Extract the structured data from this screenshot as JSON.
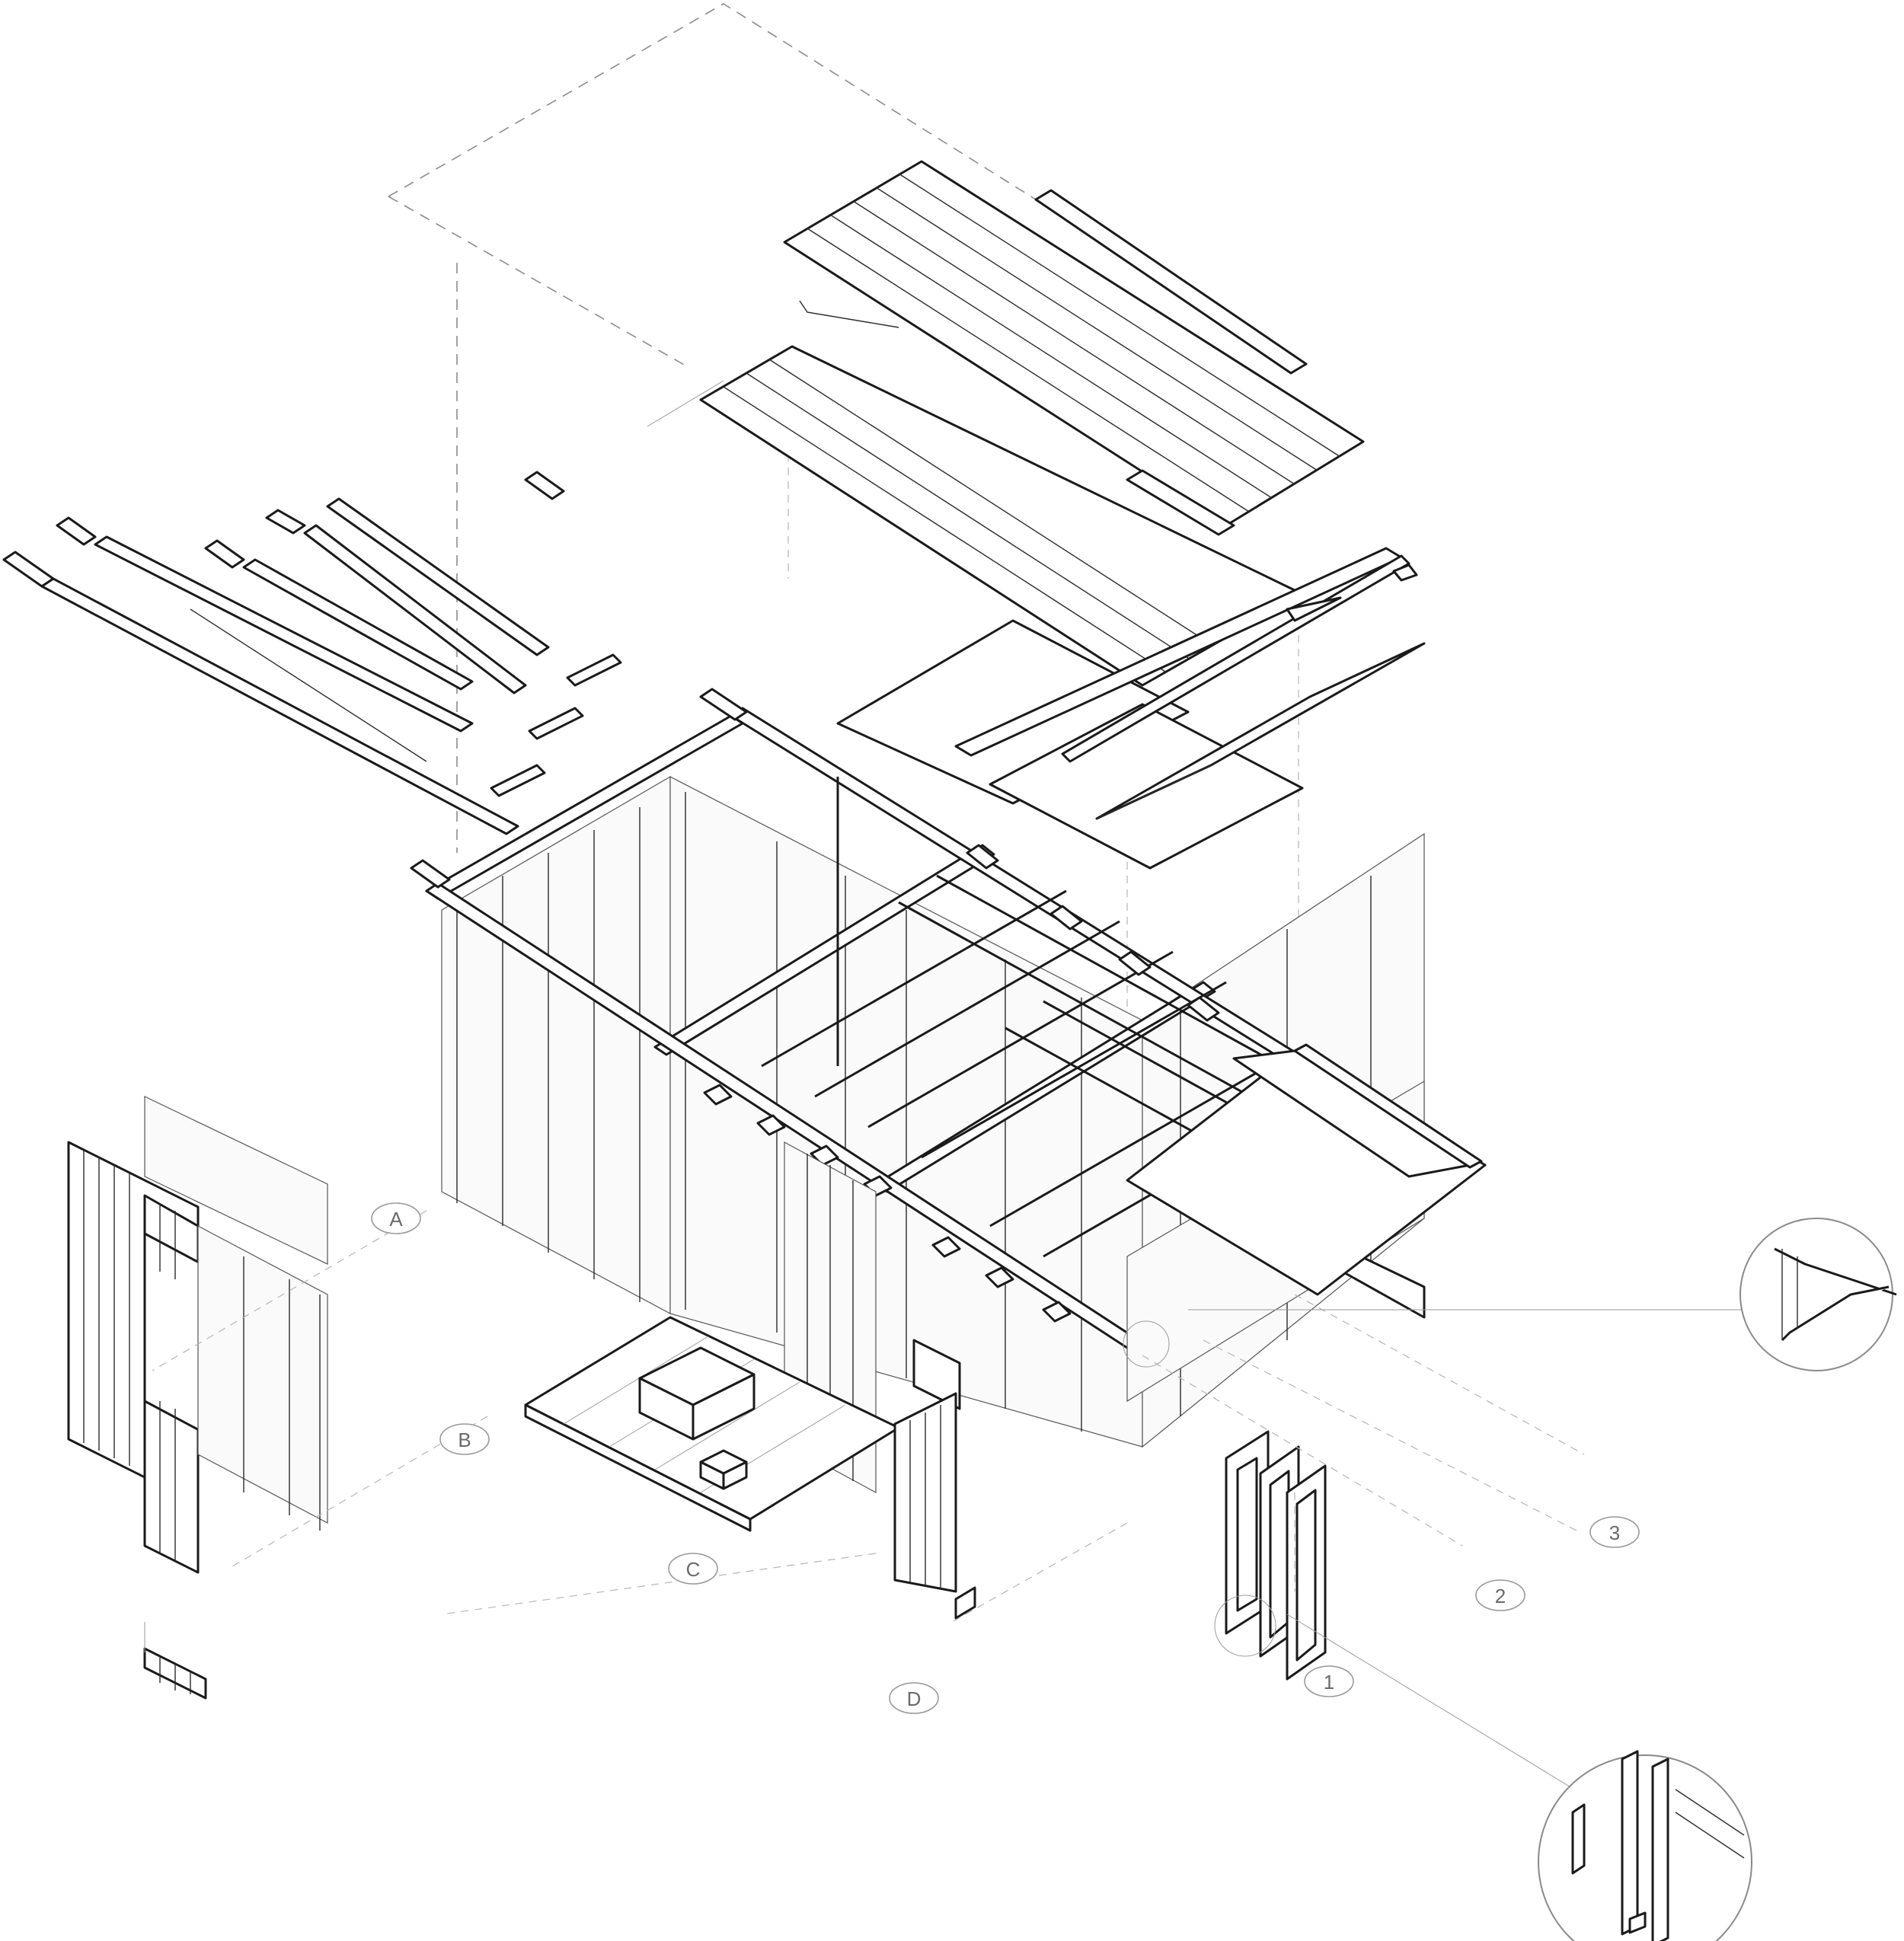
{
  "grid": {
    "letters": [
      "A",
      "B",
      "C",
      "D"
    ],
    "numbers": [
      "1",
      "2",
      "3"
    ]
  },
  "icons": {
    "roof_panels": "corrugated-roof-panel-icon",
    "purlins": "purlin-beam-icon",
    "facade": "cladding-panel-icon",
    "detail": "magnifier-detail-icon"
  },
  "colors": {
    "line": "#1a1a1a",
    "hairline": "#9a9a9a",
    "background": "#ffffff"
  }
}
